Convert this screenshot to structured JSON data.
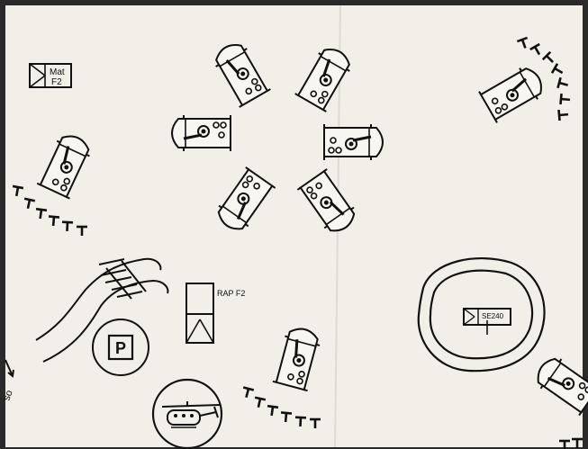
{
  "labels": {
    "mat_box_line1": "Mat",
    "mat_box_line2": "F2",
    "rap_label": "RAP F2",
    "parking_symbol": "P",
    "island_label": "SE240",
    "edge_text": "so"
  },
  "colors": {
    "paper": "#f1efe8",
    "ink": "#111111",
    "background": "#2a2a2a"
  },
  "icons": {
    "vehicle": "vehicle-top-view-icon",
    "parking": "parking-sign-icon",
    "helicopter": "helicopter-icon",
    "barrier": "t-barrier-icon",
    "arrow": "arrow-icon"
  }
}
